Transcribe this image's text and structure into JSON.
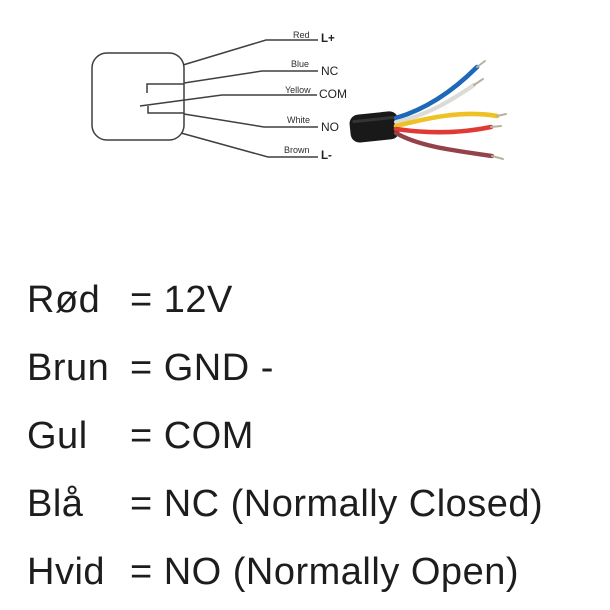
{
  "diagram": {
    "wires": [
      {
        "color": "Red",
        "terminal": "L+"
      },
      {
        "color": "Blue",
        "terminal": "NC"
      },
      {
        "color": "Yellow",
        "terminal": "COM"
      },
      {
        "color": "White",
        "terminal": "NO"
      },
      {
        "color": "Brown",
        "terminal": "L-"
      }
    ]
  },
  "legend": {
    "rows": [
      {
        "name": "Rød",
        "eq": "=",
        "value": "12V"
      },
      {
        "name": "Brun",
        "eq": "=",
        "value": "GND -"
      },
      {
        "name": "Gul",
        "eq": "=",
        "value": "COM"
      },
      {
        "name": "Blå",
        "eq": "=",
        "value": "NC (Normally Closed)"
      },
      {
        "name": "Hvid",
        "eq": "=",
        "value": "NO (Normally Open)"
      }
    ]
  },
  "colors": {
    "diagram_line": "#3f3f3f",
    "text": "#1d1d1d",
    "sheath": "#191919",
    "wire_blue": "#1e68b8",
    "wire_white": "#dcdbd7",
    "wire_yellow": "#eec225",
    "wire_red": "#df3a33",
    "wire_brown": "#93424a",
    "wire_tip": "#b9b0a2"
  }
}
